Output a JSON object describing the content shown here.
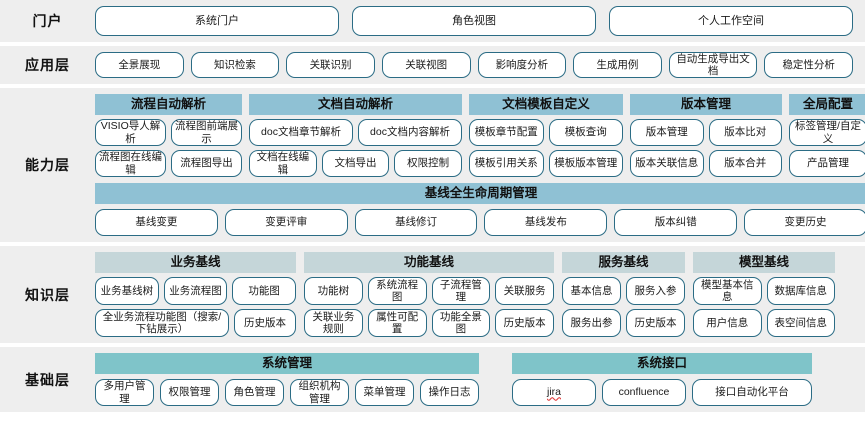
{
  "layers": {
    "portal": {
      "label": "门户",
      "items": [
        "系统门户",
        "角色视图",
        "个人工作空间"
      ]
    },
    "application": {
      "label": "应用层",
      "items": [
        "全景展现",
        "知识检索",
        "关联识别",
        "关联视图",
        "影响度分析",
        "生成用例",
        "自动生成导出文档",
        "稳定性分析"
      ]
    },
    "capability": {
      "label": "能力层",
      "groups": [
        {
          "title": "流程自动解析",
          "row1": [
            "VISIO导人解析",
            "流程图前端展示"
          ],
          "row2": [
            "流程图在线编辑",
            "流程图导出"
          ]
        },
        {
          "title": "文档自动解析",
          "row1": [
            "doc文档章节解析",
            "doc文档内容解析"
          ],
          "row2": [
            "文档在线编辑",
            "文档导出",
            "权限控制"
          ]
        },
        {
          "title": "文档模板自定义",
          "row1": [
            "模板章节配置",
            "模板查询"
          ],
          "row2": [
            "模板引用关系",
            "模板版本管理"
          ]
        },
        {
          "title": "版本管理",
          "row1": [
            "版本管理",
            "版本比对"
          ],
          "row2": [
            "版本关联信息",
            "版本合并"
          ]
        },
        {
          "title": "全局配置",
          "row1": [
            "标签管理/自定义"
          ],
          "row2": [
            "产品管理"
          ]
        }
      ],
      "baseline": {
        "title": "基线全生命周期管理",
        "items": [
          "基线变更",
          "变更评审",
          "基线修订",
          "基线发布",
          "版本纠错",
          "变更历史"
        ]
      }
    },
    "knowledge": {
      "label": "知识层",
      "groups": [
        {
          "title": "业务基线",
          "row1": [
            "业务基线树",
            "业务流程图",
            "功能图"
          ],
          "row2": [
            "全业务流程功能图（搜索/下钻展示）",
            "历史版本"
          ]
        },
        {
          "title": "功能基线",
          "row1": [
            "功能树",
            "系统流程图",
            "子流程管理",
            "关联服务"
          ],
          "row2": [
            "关联业务规则",
            "属性可配置",
            "功能全景图",
            "历史版本"
          ]
        },
        {
          "title": "服务基线",
          "row1": [
            "基本信息",
            "服务入参"
          ],
          "row2": [
            "服务出参",
            "历史版本"
          ]
        },
        {
          "title": "模型基线",
          "row1": [
            "模型基本信息",
            "数据库信息"
          ],
          "row2": [
            "用户信息",
            "表空间信息"
          ]
        }
      ]
    },
    "foundation": {
      "label": "基础层",
      "groups": [
        {
          "title": "系统管理",
          "items": [
            "多用户管理",
            "权限管理",
            "角色管理",
            "组织机构管理",
            "菜单管理",
            "操作日志"
          ]
        },
        {
          "title": "系统接口",
          "items": [
            "jira",
            "confluence",
            "接口自动化平台"
          ]
        }
      ]
    }
  },
  "colors": {
    "band_background": "#eeeeee",
    "pill_border": "#2b6c85",
    "capability_header": "#8fc1d4",
    "knowledge_header": "#c5d6d9",
    "foundation_header": "#7fc4c9",
    "page_background": "#ffffff"
  }
}
